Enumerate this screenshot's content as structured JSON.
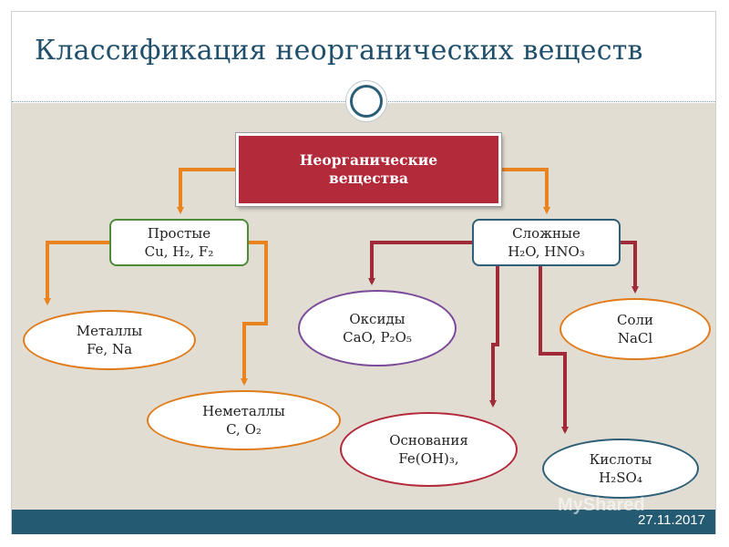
{
  "title": "Классификация неорганических веществ",
  "date": "27.11.2017",
  "watermark": "MyShared",
  "root": {
    "line1": "Неорганические",
    "line2": "вещества"
  },
  "simple": {
    "title": "Простые",
    "formula": "Cu, H₂, F₂"
  },
  "complex": {
    "title": "Сложные",
    "formula": "H₂O, HNO₃"
  },
  "metals": {
    "title": "Металлы",
    "formula": "Fe,  Na"
  },
  "nonmetals": {
    "title": "Неметаллы",
    "formula": "C, O₂"
  },
  "oxides": {
    "title": "Оксиды",
    "formula": "CaO, P₂O₅"
  },
  "bases": {
    "title": "Основания",
    "formula": "Fe(OH)₃,"
  },
  "salts": {
    "title": "Соли",
    "formula": "NaCl"
  },
  "acids": {
    "title": "Кислоты",
    "formula": "H₂SO₄"
  },
  "colors": {
    "title_text": "#1f4f6b",
    "root_fill": "#b32a3b",
    "arrow_orange": "#e8831f",
    "arrow_red": "#a02a38",
    "footer": "#245a72",
    "content_background": "#e2ddd3"
  }
}
